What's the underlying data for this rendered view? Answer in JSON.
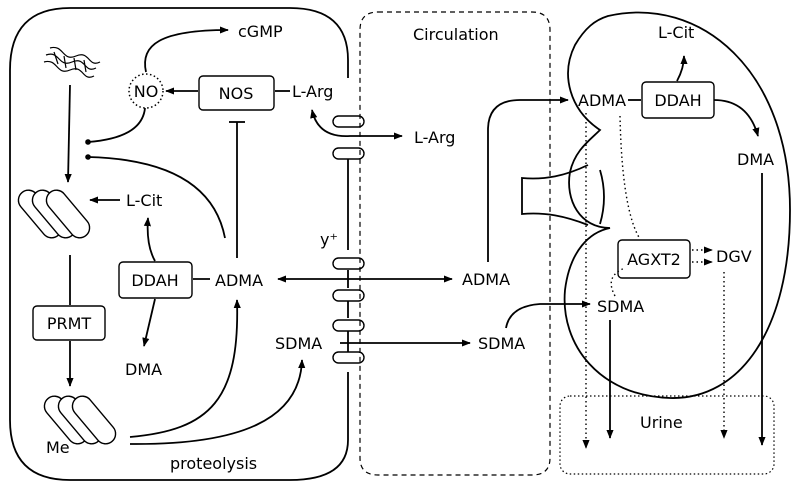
{
  "labels": {
    "cgmp": "cGMP",
    "no": "NO",
    "nos": "NOS",
    "larg_cell": "L-Arg",
    "larg_circ": "L-Arg",
    "lcit_cell": "L-Cit",
    "ddah_cell": "DDAH",
    "adma_cell": "ADMA",
    "dma_cell": "DMA",
    "prmt": "PRMT",
    "sdma_cell": "SDMA",
    "me": "Me",
    "proteolysis": "proteolysis",
    "y_plus": "y⁺",
    "circulation": "Circulation",
    "adma_circ": "ADMA",
    "sdma_circ": "SDMA",
    "lcit_kidney": "L-Cit",
    "adma_kidney": "ADMA",
    "ddah_kidney": "DDAH",
    "dma_kidney": "DMA",
    "agxt2": "AGXT2",
    "dgv": "DGV",
    "sdma_kidney": "SDMA",
    "urine": "Urine"
  }
}
